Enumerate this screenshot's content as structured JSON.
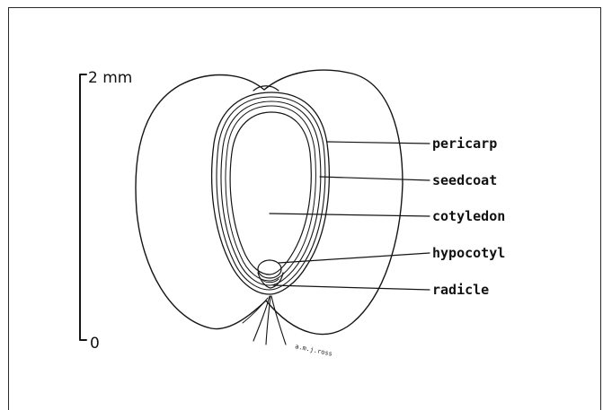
{
  "scale_bar": {
    "top_label": "2 mm",
    "bottom_label": "0"
  },
  "labels": {
    "pericarp": "pericarp",
    "seedcoat": "seedcoat",
    "cotyledon": "cotyledon",
    "hypocotyl": "hypocotyl",
    "radicle": "radicle"
  },
  "signature": "a.m.j.ross"
}
